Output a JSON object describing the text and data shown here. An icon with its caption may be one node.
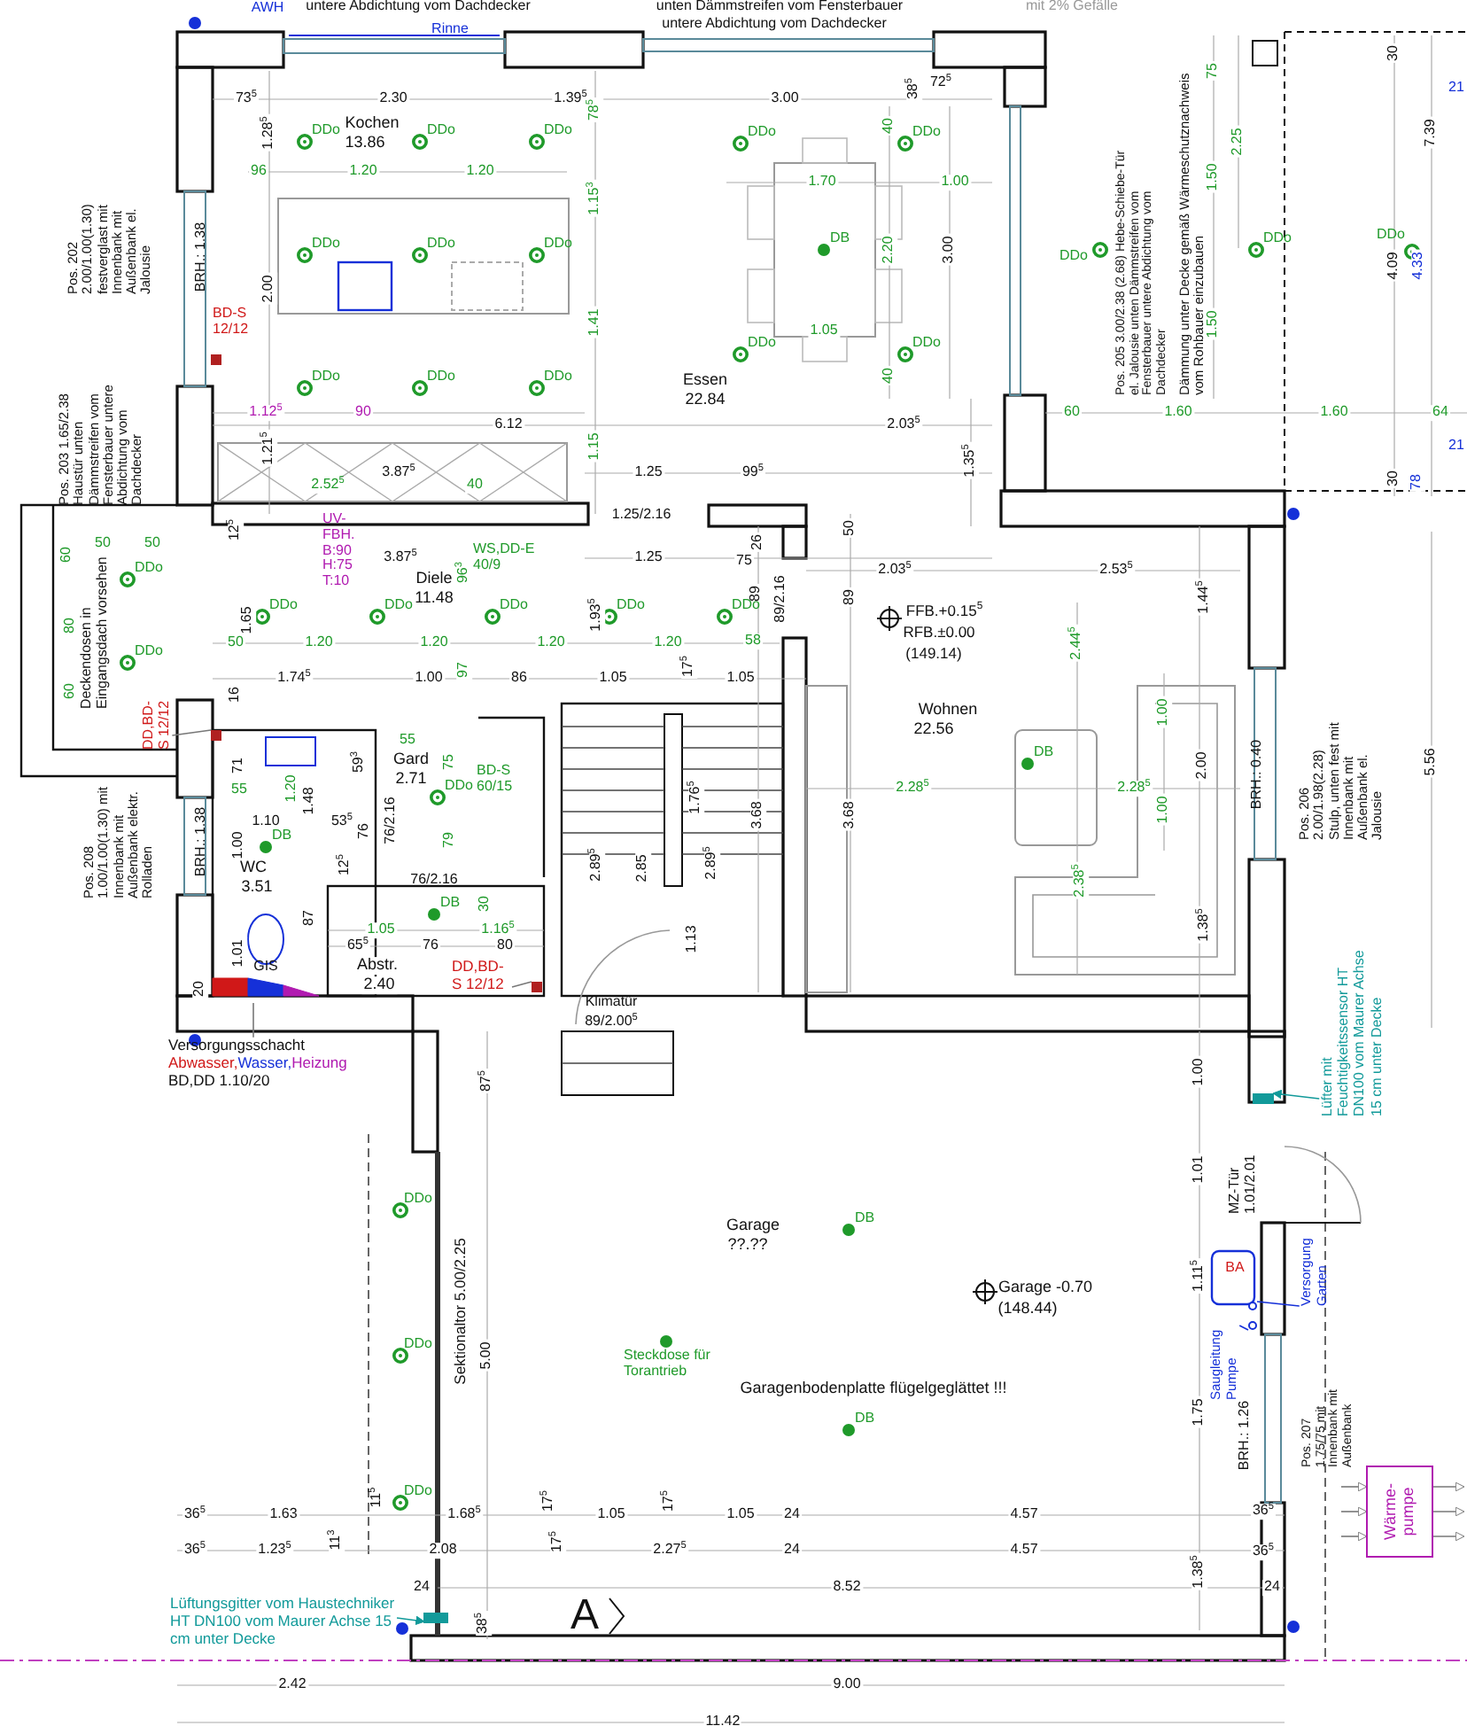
{
  "diagram": {
    "nodes": [
      {
        "text": [
          "Versorgungsschacht",
          "Abwasser,",
          "Wasser,",
          "Heizung",
          "BD,DD 1.10/20"
        ]
      },
      {
        "text": [
          "DD,BD-S 12/12"
        ]
      },
      {
        "text": [
          "DD,BD-S 12/12"
        ]
      },
      {
        "text": [
          "Lüftungsgitter vom Haustechniker HT DN100 vom Maurer Achse 15 cm unter Decke"
        ]
      },
      {
        "text": [
          "Lüfter mit Feuchtigkeitssensor HT DN100 vom Maurer Achse 15 cm unter Decke"
        ]
      },
      {
        "text": [
          "Versorgung Garten"
        ]
      },
      {
        "text": [
          "Saugleitung Pumpe"
        ]
      },
      {
        "text": [
          "Wärme- pumpe"
        ]
      },
      {
        "text": [],
        "shape": "circle"
      },
      {
        "text": [],
        "shape": "circle"
      },
      {
        "text": [],
        "shape": "box"
      },
      {
        "text": [],
        "shape": "box"
      },
      {
        "text": [],
        "shape": "box"
      },
      {
        "text": [],
        "shape": "box"
      }
    ],
    "edges": [
      {
        "from": 0,
        "to": null,
        "arrow": "none"
      },
      {
        "from": 1,
        "to": 10,
        "arrow": "none"
      },
      {
        "from": 2,
        "to": 11,
        "arrow": "none"
      },
      {
        "from": 3,
        "to": 12,
        "arrow": "to",
        "color": "#129a9a"
      },
      {
        "from": 4,
        "to": 13,
        "arrow": "to",
        "color": "#129a9a"
      },
      {
        "from": 5,
        "to": 8,
        "arrow": "none",
        "color": "#1530d8"
      },
      {
        "from": 6,
        "to": 9,
        "arrow": "none",
        "color": "#1530d8"
      },
      {
        "from": null,
        "to": 7,
        "arrow": "to"
      },
      {
        "from": null,
        "to": 7,
        "arrow": "to"
      },
      {
        "from": null,
        "to": 7,
        "arrow": "to"
      },
      {
        "from": 7,
        "to": null,
        "arrow": "to"
      },
      {
        "from": 7,
        "to": null,
        "arrow": "to"
      },
      {
        "from": 7,
        "to": null,
        "arrow": "to"
      }
    ],
    "labels": [
      "AWH",
      "untere Abdichtung vom Dachdecker",
      "unten Dämmstreifen vom Fensterbauer",
      "mit 2% Gefälle",
      "Rinne",
      "untere Abdichtung vom Dachdecker",
      "73$^{5}$",
      "2.30",
      "1.39$^{5}$",
      "78$^{5}$",
      "3.00",
      "38$^{5}$",
      "72$^{5}$",
      "Kochen",
      "13.86",
      "1.28$^{5}$",
      "96",
      "1.20",
      "1.20",
      "1.15$^{3}$",
      "1.70",
      "1.00",
      "40",
      "2.20",
      "3.00",
      "1.05",
      "40",
      "2.00",
      "1.41",
      "Pos. 202 2.00/1.00(1.30) festverglast mit Innenbank mit Außenbank el. Jalousie",
      "BRH.: 1.38",
      "BD-S 12/12",
      "Essen",
      "22.84",
      "1.12$^{5}$",
      "90",
      "6.12",
      "2.03$^{5}$",
      "1.21$^{5}$",
      "1.15",
      "1.35$^{5}$",
      "2.52$^{5}$",
      "3.87$^{5}$",
      "40",
      "1.25",
      "99$^{5}$",
      "Pos. 205 3.00/2.38 (2.68) Hebe-Schiebe-Tür el. Jalousie unten Dämmstreifen vom Fensterbauer untere Abdichtung vom Dachdecker",
      "Dämmung unter Decke gemäß Wärmeschutznachweis vom Rohbauer einzubauen",
      "75",
      "2.25",
      "1.50",
      "1.50",
      "60",
      "1.60",
      "1.60",
      "64",
      "30",
      "7.39",
      "21",
      "4.09",
      "4.33",
      "21",
      "30",
      "78",
      "Pos. 203 1.65/2.38 Haustür unten Dämmstreifen vom Fensterbauer untere Abdichtung vom Dachdecker",
      "1.25/2.16",
      "UV-FBH. B:90 H:75 T:10",
      "3.87$^{5}$",
      "12$^{5}$",
      "WS,DD-E 40/9",
      "96$^{3}$",
      "1.25",
      "75",
      "26",
      "50",
      "2.03$^{5}$",
      "2.53$^{5}$",
      "1.44$^{5}$",
      "50",
      "50",
      "60",
      "Diele",
      "11.48",
      "89",
      "89/2.16",
      "89",
      "FFB.+0.15$^{5}$",
      "RFB.±0.00",
      "(149.14)",
      "Deckendosen in Eingangsdach vorsehen",
      "80",
      "1.65",
      "1.93$^{5}$",
      "50",
      "1.20",
      "1.20",
      "1.20",
      "1.20",
      "58",
      "17$^{5}$",
      "60",
      "1.74$^{5}$",
      "1.00",
      "97",
      "86",
      "1.05",
      "1.05",
      "16",
      "Wohnen",
      "22.56",
      "2.44$^{5}$",
      "Pos. 208 1.00/1.00(1.30) mit Innenbank mit Außenbank elektr. Rolladen",
      "BRH.: 1.38",
      "71",
      "59$^{3}$",
      "55",
      "1.20",
      "1.48",
      "55",
      "Gard",
      "2.71",
      "75",
      "BD-S 60/15",
      "1.10",
      "53$^{5}$",
      "76",
      "76/2.16",
      "1.00",
      "79",
      "12$^{5}$",
      "WC",
      "3.51",
      "76/2.16",
      "30",
      "1.05",
      "1.16$^{5}$",
      "87",
      "65$^{5}$",
      "76",
      "80",
      "1.01",
      "Abstr.",
      "2.40",
      "GIS",
      "20",
      "1.76$^{5}$",
      "2.89$^{5}$",
      "2.85",
      "2.89$^{5}$",
      "3.68",
      "3.68",
      "1.13",
      "Klimatür",
      "89/2.00$^{5}$",
      "2.28$^{5}$",
      "2.28$^{5}$",
      "1.00",
      "2.00",
      "1.00",
      "2.38$^{5}$",
      "1.38$^{5}$",
      "BRH.: 0.40",
      "Pos. 206 2.00/1.98(2.28) Stulp, unten fest mit Innenbank mit Außenbank el. Jalousie",
      "5.56",
      "87$^{5}$",
      "1.00",
      "MZ-Tür 1.01/2.01",
      "1.01",
      "Garage",
      "??.??",
      "Garage -0.70",
      "(148.44)",
      "1.11$^{5}$",
      "BA",
      "Sektionaltor 5.00/2.25",
      "5.00",
      "Steckdose für Torantrieb",
      "Garagenbodenplatte flügelgeglättet !!!",
      "1.75",
      "BRH.: 1.26",
      "Pos. 207 1.75/75 mit Innenbank mit Außenbank",
      "36$^{5}$",
      "1.63",
      "11$^{5}$",
      "1.68$^{5}$",
      "17$^{5}$",
      "1.05",
      "17$^{5}$",
      "1.05",
      "24",
      "4.57",
      "36$^{5}$",
      "36$^{5}$",
      "1.23$^{5}$",
      "11$^{3}$",
      "2.08",
      "17$^{5}$",
      "2.27$^{5}$",
      "24",
      "4.57",
      "36$^{5}$",
      "24",
      "8.52",
      "1.38$^{5}$",
      "24",
      "38$^{5}$",
      "A",
      "2.42",
      "9.00",
      "11.42",
      "DDo",
      "DDo",
      "DDo",
      "DDo",
      "DDo",
      "DDo",
      "DDo",
      "DDo",
      "DB",
      "DDo",
      "DDo",
      "DDo",
      "DDo",
      "DDo",
      "DDo",
      "DDo",
      "DDo",
      "DDo",
      "DDo",
      "DDo",
      "DDo",
      "DDo",
      "DDo",
      "DDo",
      "DDo",
      "DB",
      "DB",
      "DB",
      "DDo",
      "DB",
      "DDo",
      "DDo",
      "DB"
    ]
  }
}
